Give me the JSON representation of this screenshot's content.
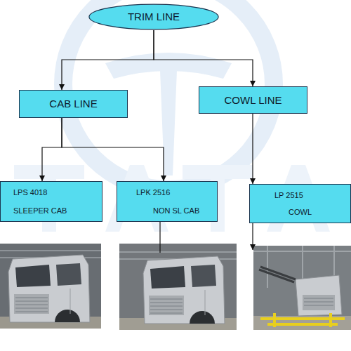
{
  "diagram": {
    "nodes": [
      {
        "text": [
          "TRIM LINE"
        ]
      },
      {
        "text": [
          "CAB LINE"
        ]
      },
      {
        "text": [
          "COWL LINE"
        ]
      },
      {
        "text": [
          "LPS 4018",
          "SLEEPER CAB"
        ]
      },
      {
        "text": [
          "LPK 2516",
          "NON SL CAB"
        ]
      },
      {
        "text": [
          "LP 2515",
          "COWL"
        ]
      }
    ],
    "edges": [
      {
        "from": 0,
        "to": 1,
        "arrow": "to"
      },
      {
        "from": 0,
        "to": 2,
        "arrow": "to"
      },
      {
        "from": 1,
        "to": 3,
        "arrow": "to"
      },
      {
        "from": 1,
        "to": 4,
        "arrow": "to"
      },
      {
        "from": 2,
        "to": 5,
        "arrow": "to"
      }
    ]
  }
}
